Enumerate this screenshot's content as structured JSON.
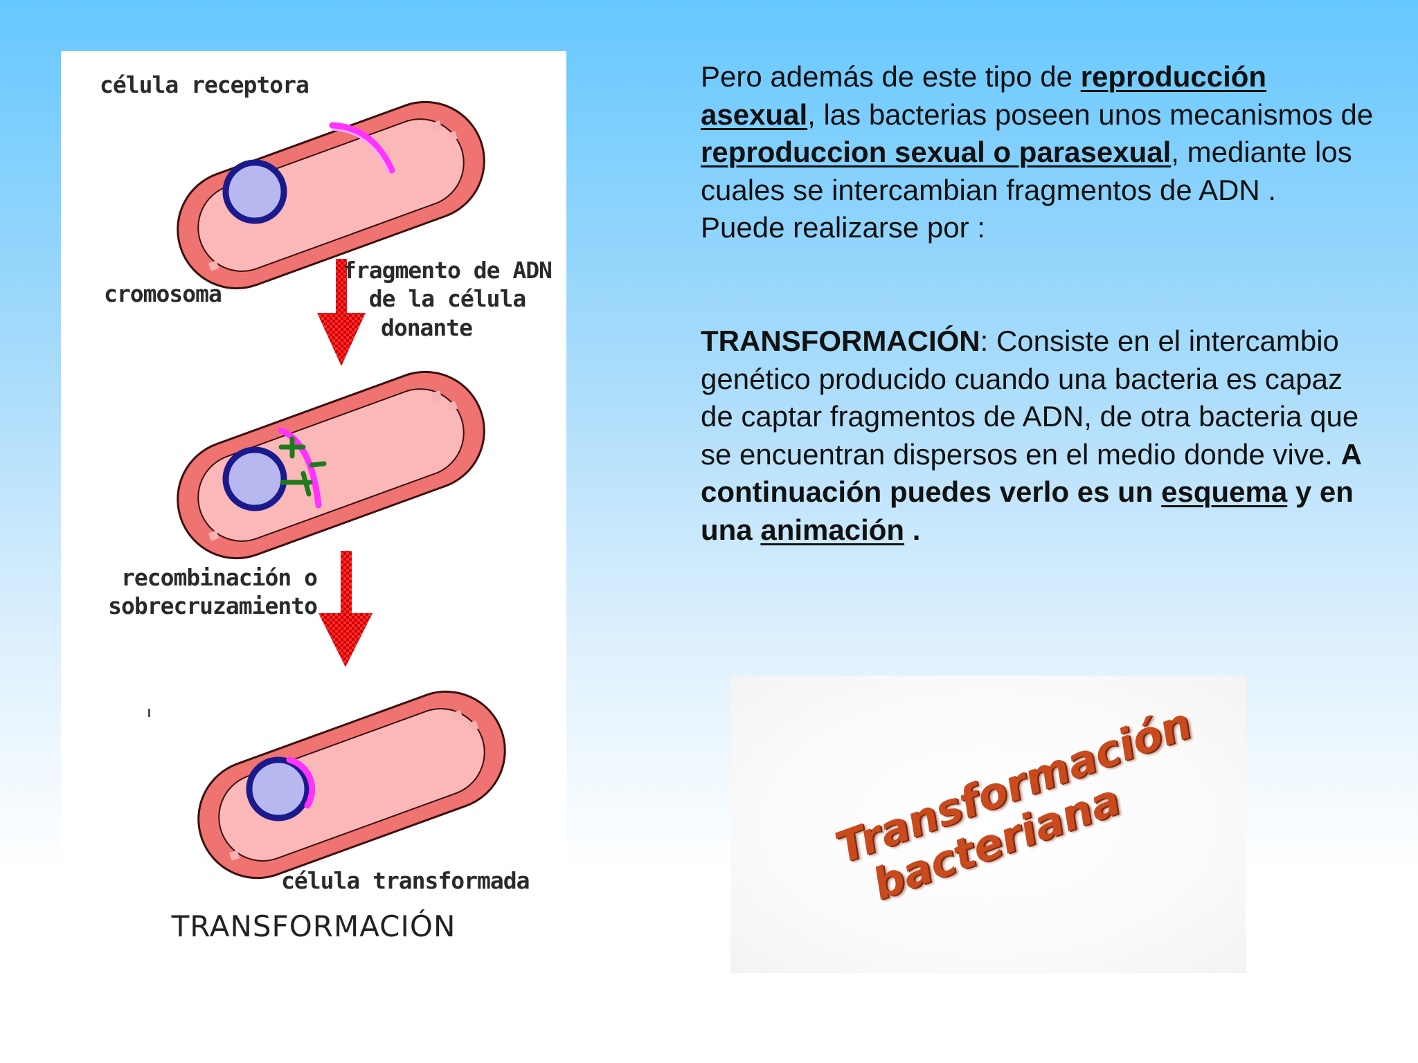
{
  "diagram": {
    "labels": {
      "receptor": "célula receptora",
      "chromosome": "cromosoma",
      "fragment_line1": "fragmento de ADN",
      "fragment_line2": "de la célula",
      "fragment_line3": "donante",
      "recomb_line1": "recombinación o",
      "recomb_line2": "sobrecruzamiento",
      "transformed": "célula transformada"
    },
    "caption": "TRANSFORMACIÓN",
    "colors": {
      "cell_wall": "#ef7370",
      "cytoplasm": "#fbb8b8",
      "chromosome": "#1a1a8c",
      "dna_fragment": "#ff33ff",
      "recombination": "#1f7a1f",
      "arrow": "#e00000"
    }
  },
  "text": {
    "p1": {
      "t1": "Pero además de este tipo de ",
      "link1": "reproducción asexual",
      "t2": ", las bacterias poseen unos mecanismos de ",
      "link2": "reproduccion sexual o parasexual",
      "t3": ", mediante los cuales se intercambian fragmentos de ADN ."
    },
    "p2": "Puede realizarse por :",
    "p3": {
      "term": "TRANSFORMACIÓN",
      "t1": ": Consiste en el intercambio genético producido cuando una bacteria es capaz de captar fragmentos de ADN, de otra bacteria que se encuentran dispersos en el medio donde vive. ",
      "b1": "A continuación puedes verlo es un ",
      "link1": "esquema",
      "b2": " y en una ",
      "link2": "animación",
      "b3": " ."
    }
  },
  "animation": {
    "line1": "Transformación",
    "line2": "bacteriana"
  }
}
